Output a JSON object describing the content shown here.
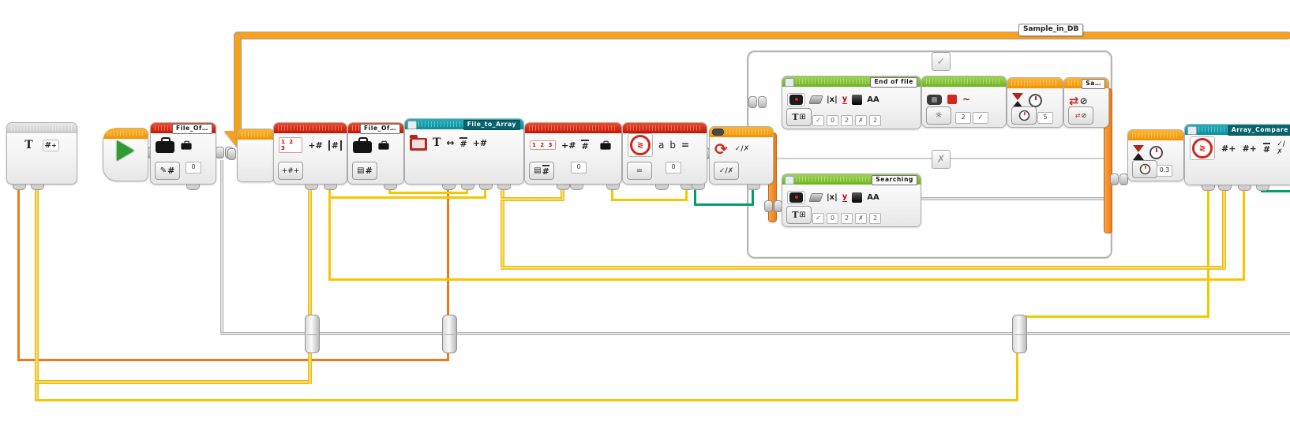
{
  "app": {
    "sequence_tab_label": "Sample_in_DB"
  },
  "blocks": {
    "params_block": {
      "icon_text": "T",
      "icon_array": "#",
      "icon_array_plus": "+"
    },
    "var_write": {
      "tab": "File_Of…",
      "mode_pencil": "✎",
      "mode_num": "#",
      "value": "0"
    },
    "array_append": {
      "badge": "1 2 3",
      "icon_value_in": "+#",
      "icon_array_io": "#",
      "mode": "+#+"
    },
    "var_read": {
      "tab": "File_Of…",
      "mode_book": "▤",
      "mode_num": "#"
    },
    "file_to_array": {
      "tab": "File_to_Array",
      "icon_text": "T",
      "icon_swap": "↔",
      "icon_num": "#",
      "icon_value_in": "+#"
    },
    "array_read": {
      "badge": "1 2 3",
      "icon_value_in": "+#",
      "icon_num": "#",
      "mode_book": "▤",
      "mode_num": "#",
      "value": "0"
    },
    "compare": {
      "icon_compare": "≷",
      "icon_a": "a",
      "icon_b": "b",
      "icon_eq": "=",
      "mode": "=",
      "value": "0"
    },
    "switch": {
      "icon_loop": "⟳",
      "icon_logic": "✓/✗",
      "mode": "✓/✗",
      "case_true": "✓",
      "case_false": "✗"
    },
    "display_eof": {
      "tab": "End of file",
      "icon_abs_x": "|x|",
      "icon_y": "y",
      "icon_font": "AA",
      "mode_text": "T",
      "mode_grid": "⊞",
      "params": [
        "✓",
        "0",
        "2",
        "✗",
        "2"
      ]
    },
    "brick_light": {
      "wave": "~",
      "mode_sun": "☼",
      "value": "2",
      "param_check": "✓"
    },
    "wait_eof": {
      "value": "5"
    },
    "loop_interrupt": {
      "tab": "Sa…",
      "icon_arrows": "⇄",
      "icon_stop": "⊘",
      "mode_arrows": "⇄",
      "mode_stop": "⊘"
    },
    "display_search": {
      "tab": "Searching",
      "icon_abs_x": "|x|",
      "icon_y": "y",
      "icon_font": "AA",
      "mode_text": "T",
      "mode_grid": "⊞",
      "params": [
        "✓",
        "0",
        "2",
        "✗",
        "2"
      ]
    },
    "wait_retry": {
      "value": "0.3"
    },
    "array_compare": {
      "tab": "Array_Compare",
      "icon_compare": "≷",
      "icon_n1": "#+",
      "icon_n2": "#+",
      "icon_num": "#",
      "icon_logic": "✓/✗"
    }
  },
  "colors": {
    "numeric_wire": "#f6c700",
    "text_wire": "#f07818",
    "logic_wire": "#009e6b",
    "sequence_wire": "#969696",
    "loop_tube": "#f9a11b"
  }
}
